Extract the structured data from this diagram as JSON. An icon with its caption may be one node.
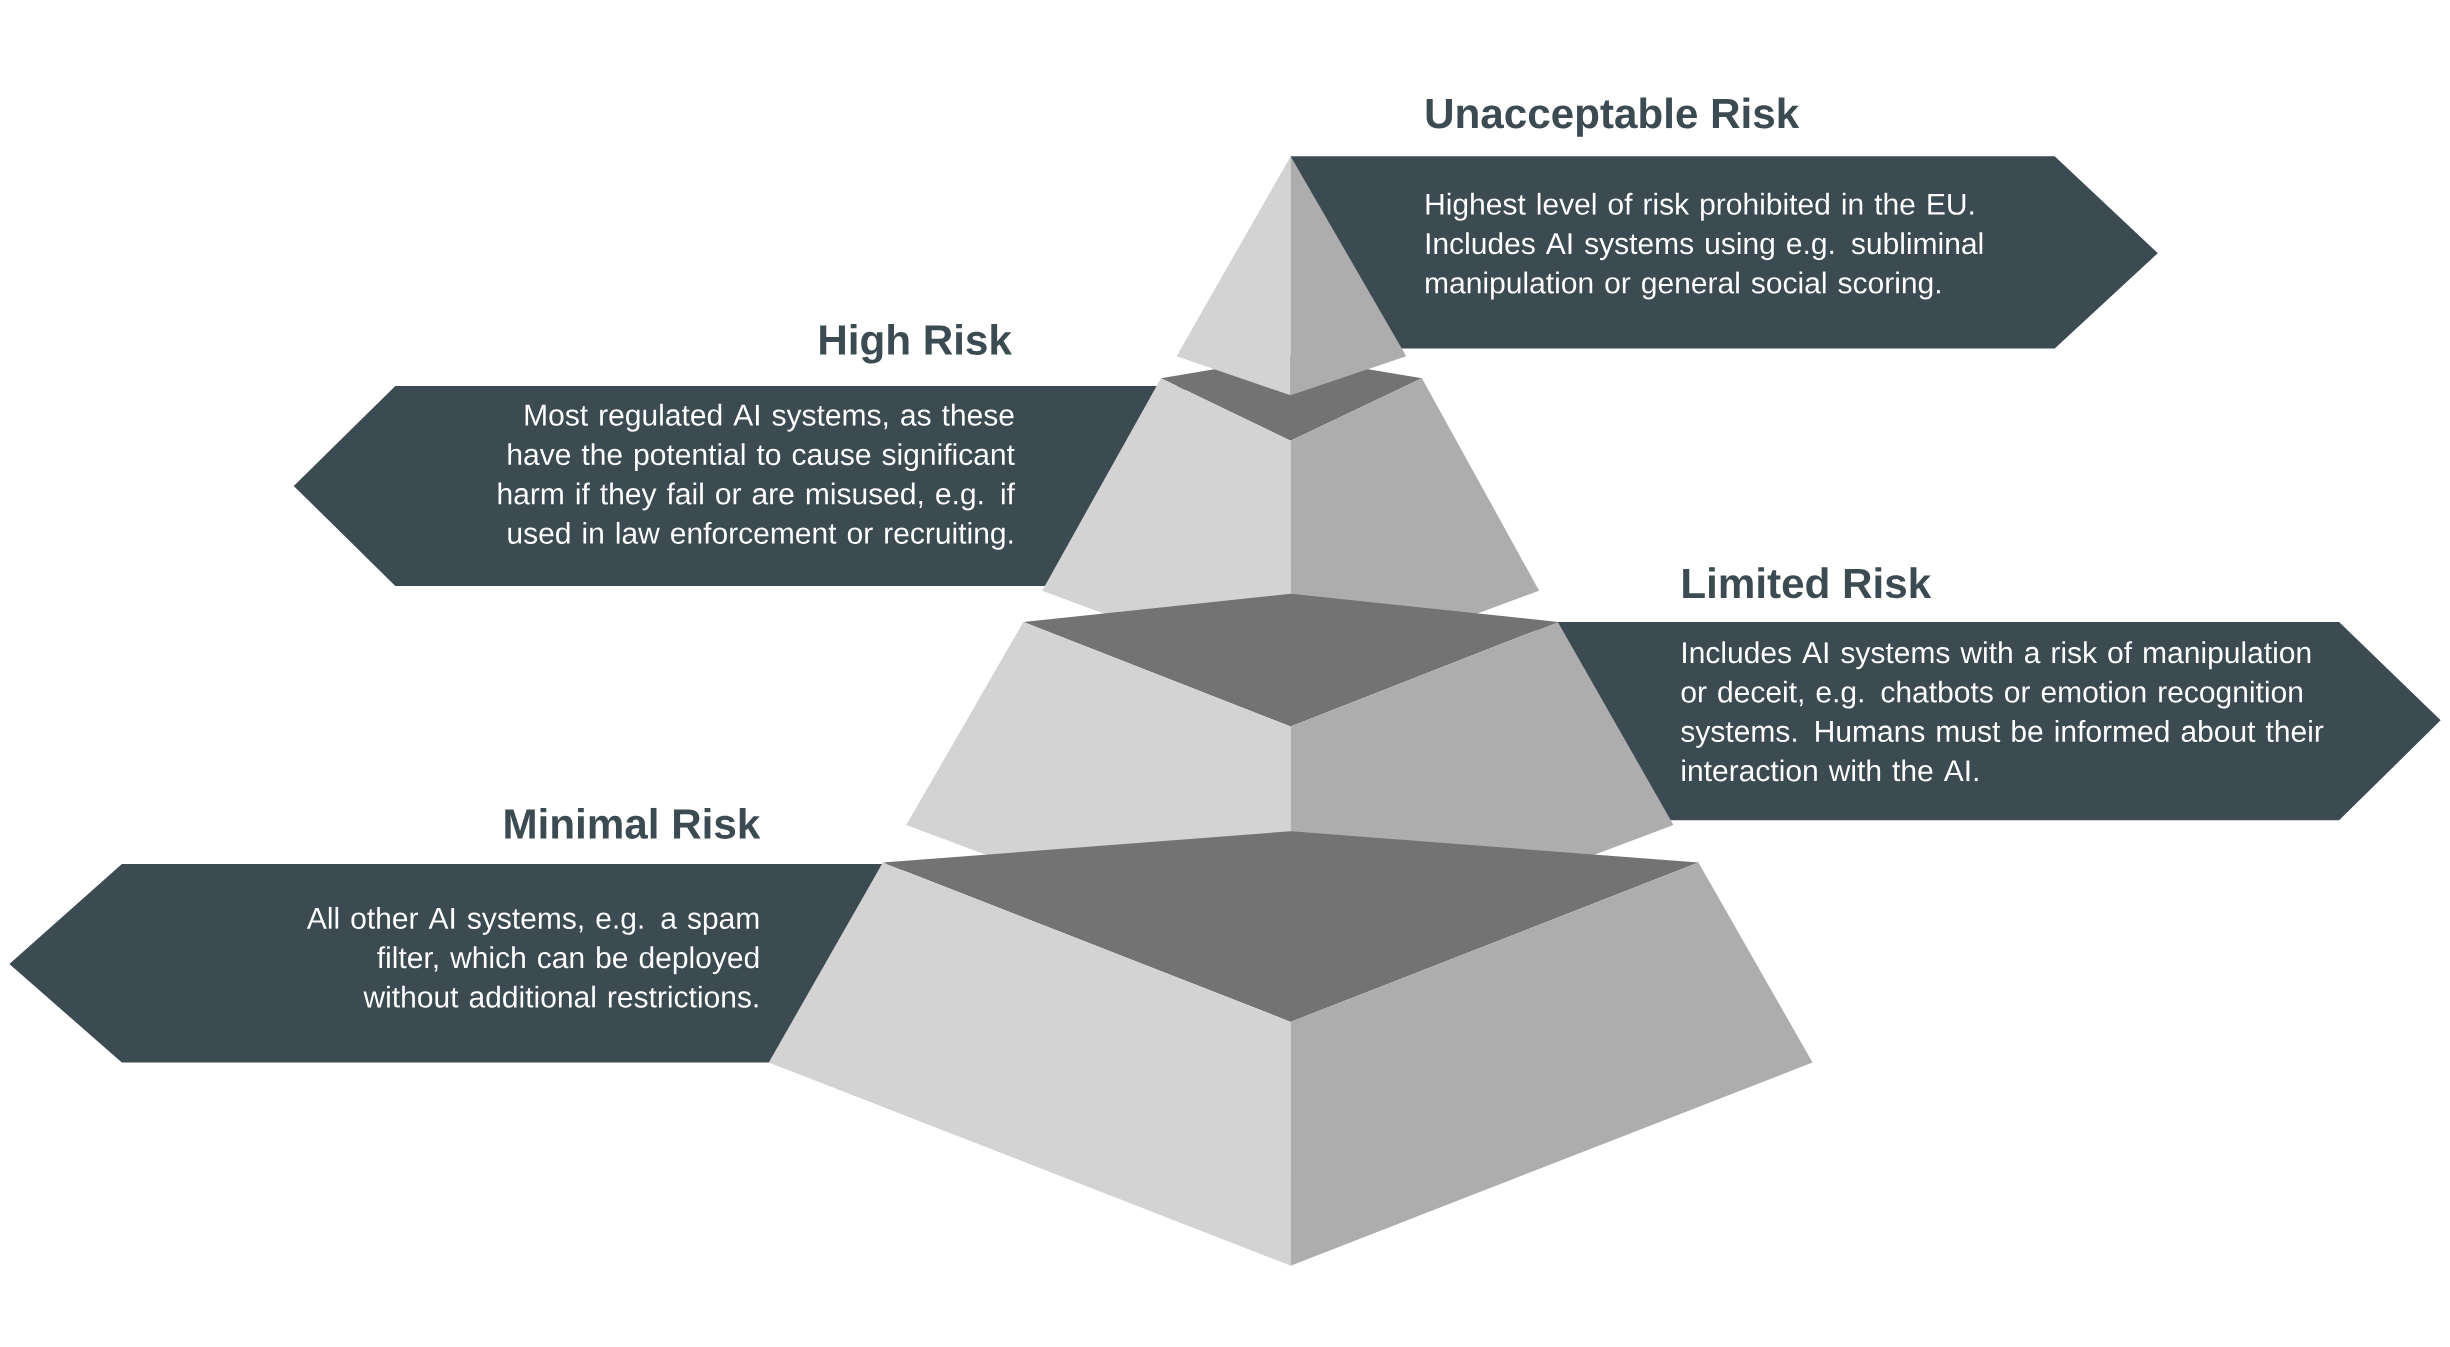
{
  "diagram": {
    "nodes": [
      {
        "text": [
          "Unacceptable Risk",
          "Highest level of risk prohibited in the EU. Includes AI systems using e.g. subliminal manipulation or general social scoring."
        ]
      },
      {
        "text": [
          "High Risk",
          "Most regulated AI systems, as these have the potential to cause significant harm if they fail or are misused, e.g. if used in law enforcement or recruiting."
        ]
      },
      {
        "text": [
          "Limited Risk",
          "Includes AI systems with a risk of manipulation or deceit, e.g. chatbots or emotion recognition systems. Humans must be informed about their interaction with the AI."
        ]
      },
      {
        "text": [
          "Minimal Risk",
          "All other AI systems, e.g. a spam filter, which can be deployed without additional restrictions."
        ]
      }
    ]
  }
}
